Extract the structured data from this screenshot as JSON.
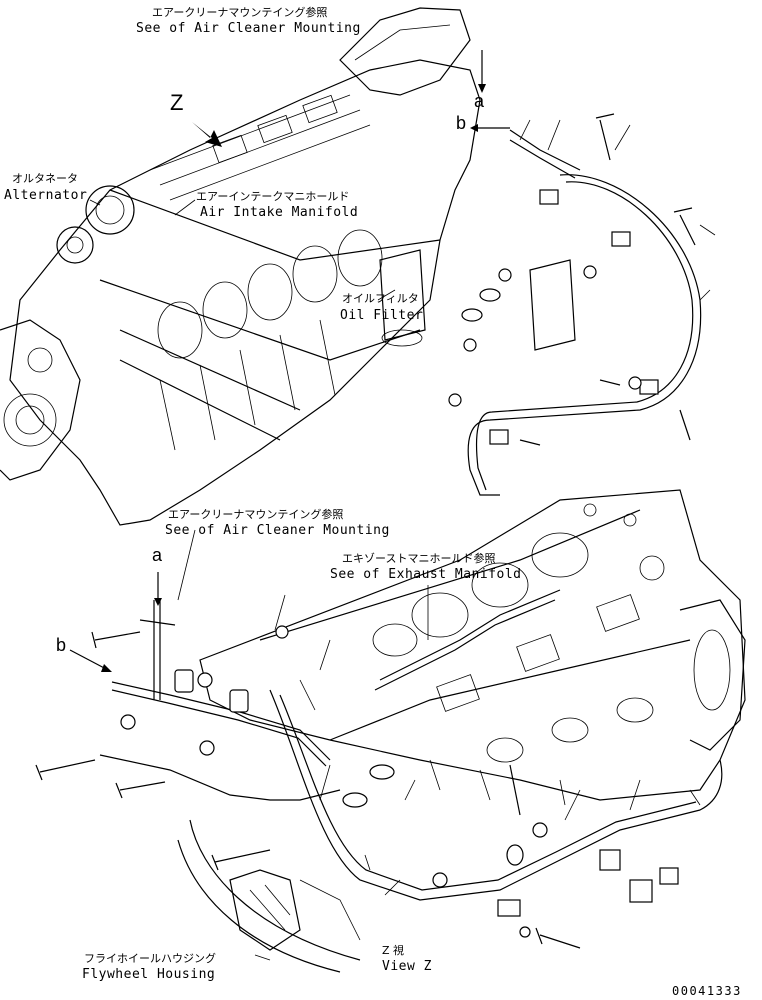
{
  "labels": {
    "air_cleaner_top_jp": "エアークリーナマウンテイング参照",
    "air_cleaner_top_en": "See of Air Cleaner Mounting",
    "alternator_jp": "オルタネータ",
    "alternator_en": "Alternator",
    "intake_jp": "エアーインテークマニホールド",
    "intake_en": "Air Intake Manifold",
    "oil_filter_jp": "オイルフィルタ",
    "oil_filter_en": "Oil Filter",
    "air_cleaner_mid_jp": "エアークリーナマウンテイング参照",
    "air_cleaner_mid_en": "See of Air Cleaner Mounting",
    "exhaust_jp": "エキゾーストマニホールド参照",
    "exhaust_en": "See of Exhaust Manifold",
    "flywheel_jp": "フライホイールハウジング",
    "flywheel_en": "Flywheel Housing",
    "view_z_jp": "Z 視",
    "view_z_en": "View Z",
    "z_marker": "Z",
    "a_top": "a",
    "b_top": "b",
    "a_mid": "a",
    "b_mid": "b",
    "drawing_number": "00041333"
  }
}
